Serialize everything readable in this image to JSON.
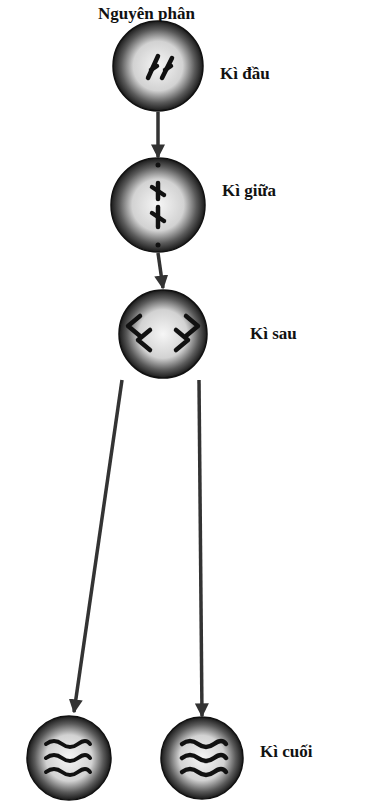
{
  "diagram": {
    "title": "Nguyên phân",
    "nodes": [
      {
        "text": [
          "Kì đầu"
        ]
      },
      {
        "text": [
          "Kì giữa"
        ]
      },
      {
        "text": [
          "Kì sau"
        ]
      },
      {
        "text": [
          "Kì cuối"
        ]
      }
    ],
    "edges": [
      {
        "from": 0,
        "to": 1,
        "arrow": "to"
      },
      {
        "from": 1,
        "to": 2,
        "arrow": "to"
      },
      {
        "from": 2,
        "to": 3,
        "arrow": "to"
      }
    ]
  }
}
